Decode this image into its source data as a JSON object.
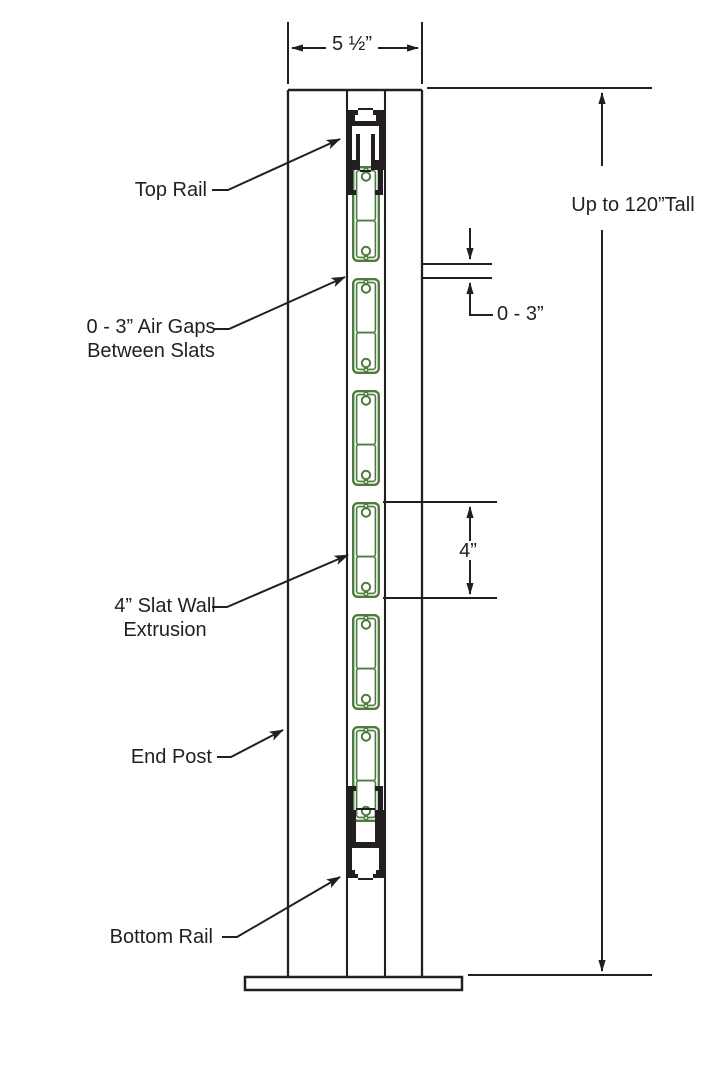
{
  "labels": {
    "top_rail": "Top Rail",
    "air_gaps_line1": "0 - 3” Air Gaps",
    "air_gaps_line2": "Between Slats",
    "slat_wall_line1": "4” Slat Wall",
    "slat_wall_line2": "Extrusion",
    "end_post": "End Post",
    "bottom_rail": "Bottom Rail"
  },
  "dimensions": {
    "post_width": "5 ½”",
    "height": "Up to 120”Tall",
    "air_gap": "0 - 3”",
    "slat_height": "4”"
  },
  "colors": {
    "line": "#231f20",
    "slat_green": "#4e7c40",
    "background": "#ffffff"
  },
  "diagram": {
    "type": "slat-wall-end-post-elevation",
    "slat_count": 6
  }
}
